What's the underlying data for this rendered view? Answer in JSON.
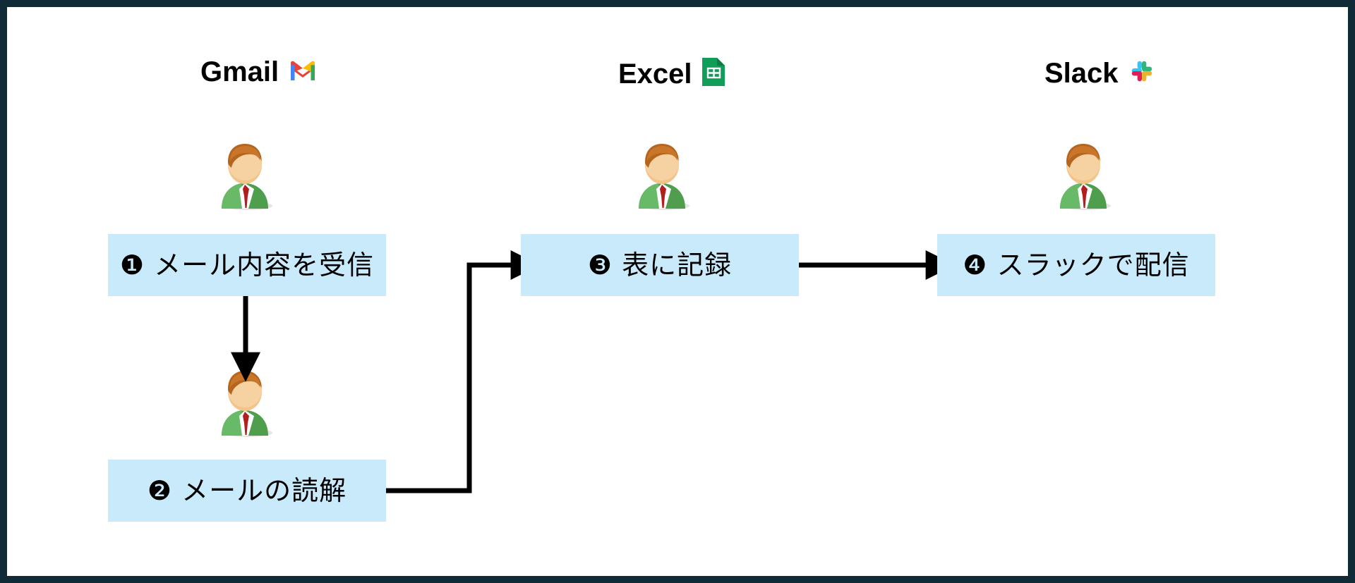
{
  "frame": {
    "border_color": "#102a38",
    "background": "#ffffff"
  },
  "theme": {
    "box_fill": "#c9eafb",
    "text_color": "#000000",
    "arrow_color": "#000000"
  },
  "columns": [
    {
      "id": "gmail",
      "label": "Gmail",
      "icon": "gmail-icon"
    },
    {
      "id": "excel",
      "label": "Excel",
      "icon": "excel-sheet-icon"
    },
    {
      "id": "slack",
      "label": "Slack",
      "icon": "slack-icon"
    }
  ],
  "steps": [
    {
      "number": "❶",
      "text": "メール内容を受信",
      "label": "❶ メール内容を受信",
      "column": "gmail"
    },
    {
      "number": "❷",
      "text": "メールの読解",
      "label": "❷ メールの読解",
      "column": "gmail"
    },
    {
      "number": "❸",
      "text": "表に記録",
      "label": "❸ 表に記録",
      "column": "excel"
    },
    {
      "number": "❹",
      "text": "スラックで配信",
      "label": "❹ スラックで配信",
      "column": "slack"
    }
  ],
  "avatars": [
    {
      "id": "avatar-gmail-top",
      "column": "gmail"
    },
    {
      "id": "avatar-gmail-bottom",
      "column": "gmail"
    },
    {
      "id": "avatar-excel",
      "column": "excel"
    },
    {
      "id": "avatar-slack",
      "column": "slack"
    }
  ],
  "connectors": [
    {
      "id": "step1-to-step2",
      "kind": "vertical-arrow",
      "from": "step-1",
      "to": "avatar-gmail-bottom"
    },
    {
      "id": "step2-to-step3",
      "kind": "elbow-arrow",
      "from": "step-2",
      "to": "step-3"
    },
    {
      "id": "step3-to-step4",
      "kind": "horizontal-arrow",
      "from": "step-3",
      "to": "step-4"
    }
  ],
  "icon_colors": {
    "gmail_red": "#ea4335",
    "gmail_blue": "#4285f4",
    "gmail_yellow": "#fbbc04",
    "gmail_green": "#34a853",
    "excel_green": "#0f9d58",
    "slack_cyan": "#36c5f0",
    "slack_green": "#2eb67d",
    "slack_yellow": "#ecb22e",
    "slack_magenta": "#e01e5a"
  }
}
